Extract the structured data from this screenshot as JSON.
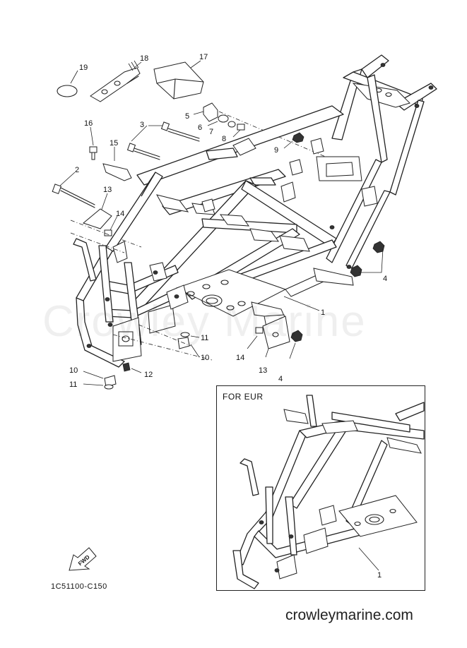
{
  "diagram": {
    "callouts": [
      {
        "id": "c19",
        "label": "19"
      },
      {
        "id": "c18",
        "label": "18"
      },
      {
        "id": "c17",
        "label": "17"
      },
      {
        "id": "c16",
        "label": "16"
      },
      {
        "id": "c3",
        "label": "3"
      },
      {
        "id": "c5",
        "label": "5"
      },
      {
        "id": "c6",
        "label": "6"
      },
      {
        "id": "c7",
        "label": "7"
      },
      {
        "id": "c8",
        "label": "8"
      },
      {
        "id": "c9",
        "label": "9"
      },
      {
        "id": "c15",
        "label": "15"
      },
      {
        "id": "c2",
        "label": "2"
      },
      {
        "id": "c13a",
        "label": "13"
      },
      {
        "id": "c14a",
        "label": "14"
      },
      {
        "id": "c4a",
        "label": "4"
      },
      {
        "id": "c1a",
        "label": "1"
      },
      {
        "id": "c11a",
        "label": "11"
      },
      {
        "id": "c10a",
        "label": "10"
      },
      {
        "id": "c14b",
        "label": "14"
      },
      {
        "id": "c13b",
        "label": "13"
      },
      {
        "id": "c4b",
        "label": "4"
      },
      {
        "id": "c12",
        "label": "12"
      },
      {
        "id": "c10b",
        "label": "10"
      },
      {
        "id": "c11b",
        "label": "11"
      },
      {
        "id": "c1b",
        "label": "1"
      }
    ],
    "inset_title": "FOR EUR",
    "figure_code": "1C51100-C150",
    "fwd_label": "FWD",
    "watermark": "Crowley Marine",
    "site": "crowleymarine.com"
  }
}
